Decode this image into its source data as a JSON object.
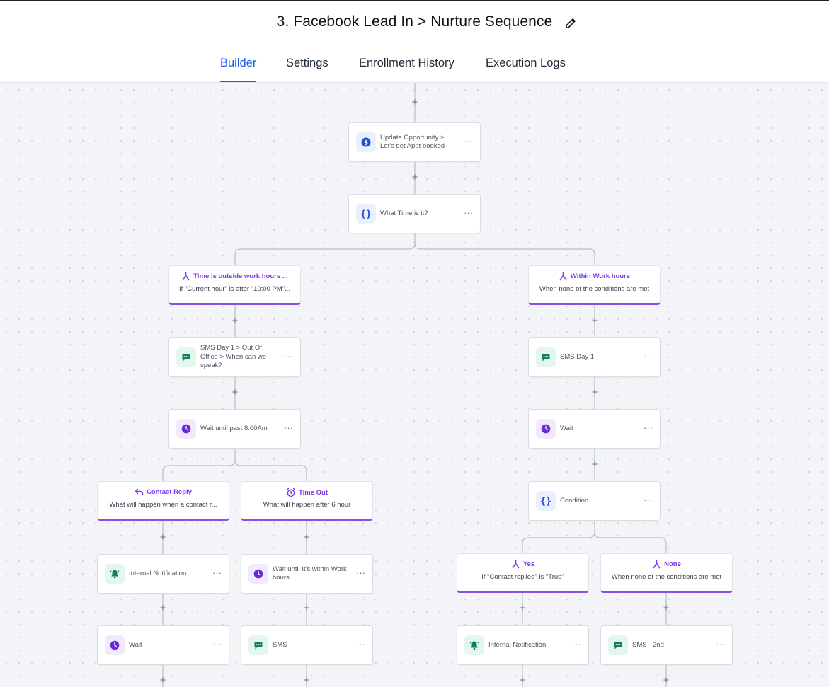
{
  "header": {
    "title": "3. Facebook Lead In > Nurture Sequence"
  },
  "tabs": [
    {
      "label": "Builder",
      "active": true
    },
    {
      "label": "Settings",
      "active": false
    },
    {
      "label": "Enrollment History",
      "active": false
    },
    {
      "label": "Execution Logs",
      "active": false
    }
  ],
  "nodes": {
    "update_opportunity": {
      "label": "Update Opportunity > Let's get Appt booked",
      "icon": "dollar-icon"
    },
    "what_time": {
      "label": "What Time is it?",
      "icon": "curly-braces-icon"
    },
    "sms_out_of_office": {
      "label": "SMS Day 1 > Out Of Office > When can we speak?",
      "icon": "message-icon"
    },
    "wait_until_8am": {
      "label": "Wait until past 8:00Am",
      "icon": "clock-icon"
    },
    "sms_day_1": {
      "label": "SMS Day 1",
      "icon": "message-icon"
    },
    "wait_right": {
      "label": "Wait",
      "icon": "clock-icon"
    },
    "condition": {
      "label": "Condition",
      "icon": "curly-braces-icon"
    },
    "internal_notification_left": {
      "label": "Internal Notification",
      "icon": "bell-icon"
    },
    "wait_work_hours": {
      "label": "Wait until It's within Work hours",
      "icon": "clock-icon"
    },
    "wait_left": {
      "label": "Wait",
      "icon": "clock-icon"
    },
    "sms_mid": {
      "label": "SMS",
      "icon": "message-icon"
    },
    "internal_notification_right": {
      "label": "Internal Notification",
      "icon": "bell-icon"
    },
    "sms_2nd": {
      "label": "SMS - 2nd",
      "icon": "message-icon"
    }
  },
  "branches": {
    "outside_hours": {
      "title": "Time is outside work hours ...",
      "subtitle": "If \"Current hour\" is after \"10:00 PM\"...",
      "icon": "split-icon"
    },
    "within_hours": {
      "title": "Within Work hours",
      "subtitle": "When none of the conditions are met",
      "icon": "split-icon"
    },
    "contact_reply": {
      "title": "Contact Reply",
      "subtitle": "What will happen when a contact r...",
      "icon": "reply-icon"
    },
    "time_out": {
      "title": "Time Out",
      "subtitle": "What will happen after 6 hour",
      "icon": "alarm-clock-icon"
    },
    "yes": {
      "title": "Yes",
      "subtitle": "If \"Contact replied\" is \"True\"",
      "icon": "split-icon"
    },
    "none": {
      "title": "None",
      "subtitle": "When none of the conditions are met",
      "icon": "split-icon"
    }
  },
  "more_label": "···",
  "plus_label": "+",
  "colors": {
    "accent_blue": "#155eef",
    "branch_purple": "#7c3aed",
    "sms_green": "#12805c",
    "wait_purple": "#6d28d9",
    "dollar_blue": "#1d4ed8"
  }
}
